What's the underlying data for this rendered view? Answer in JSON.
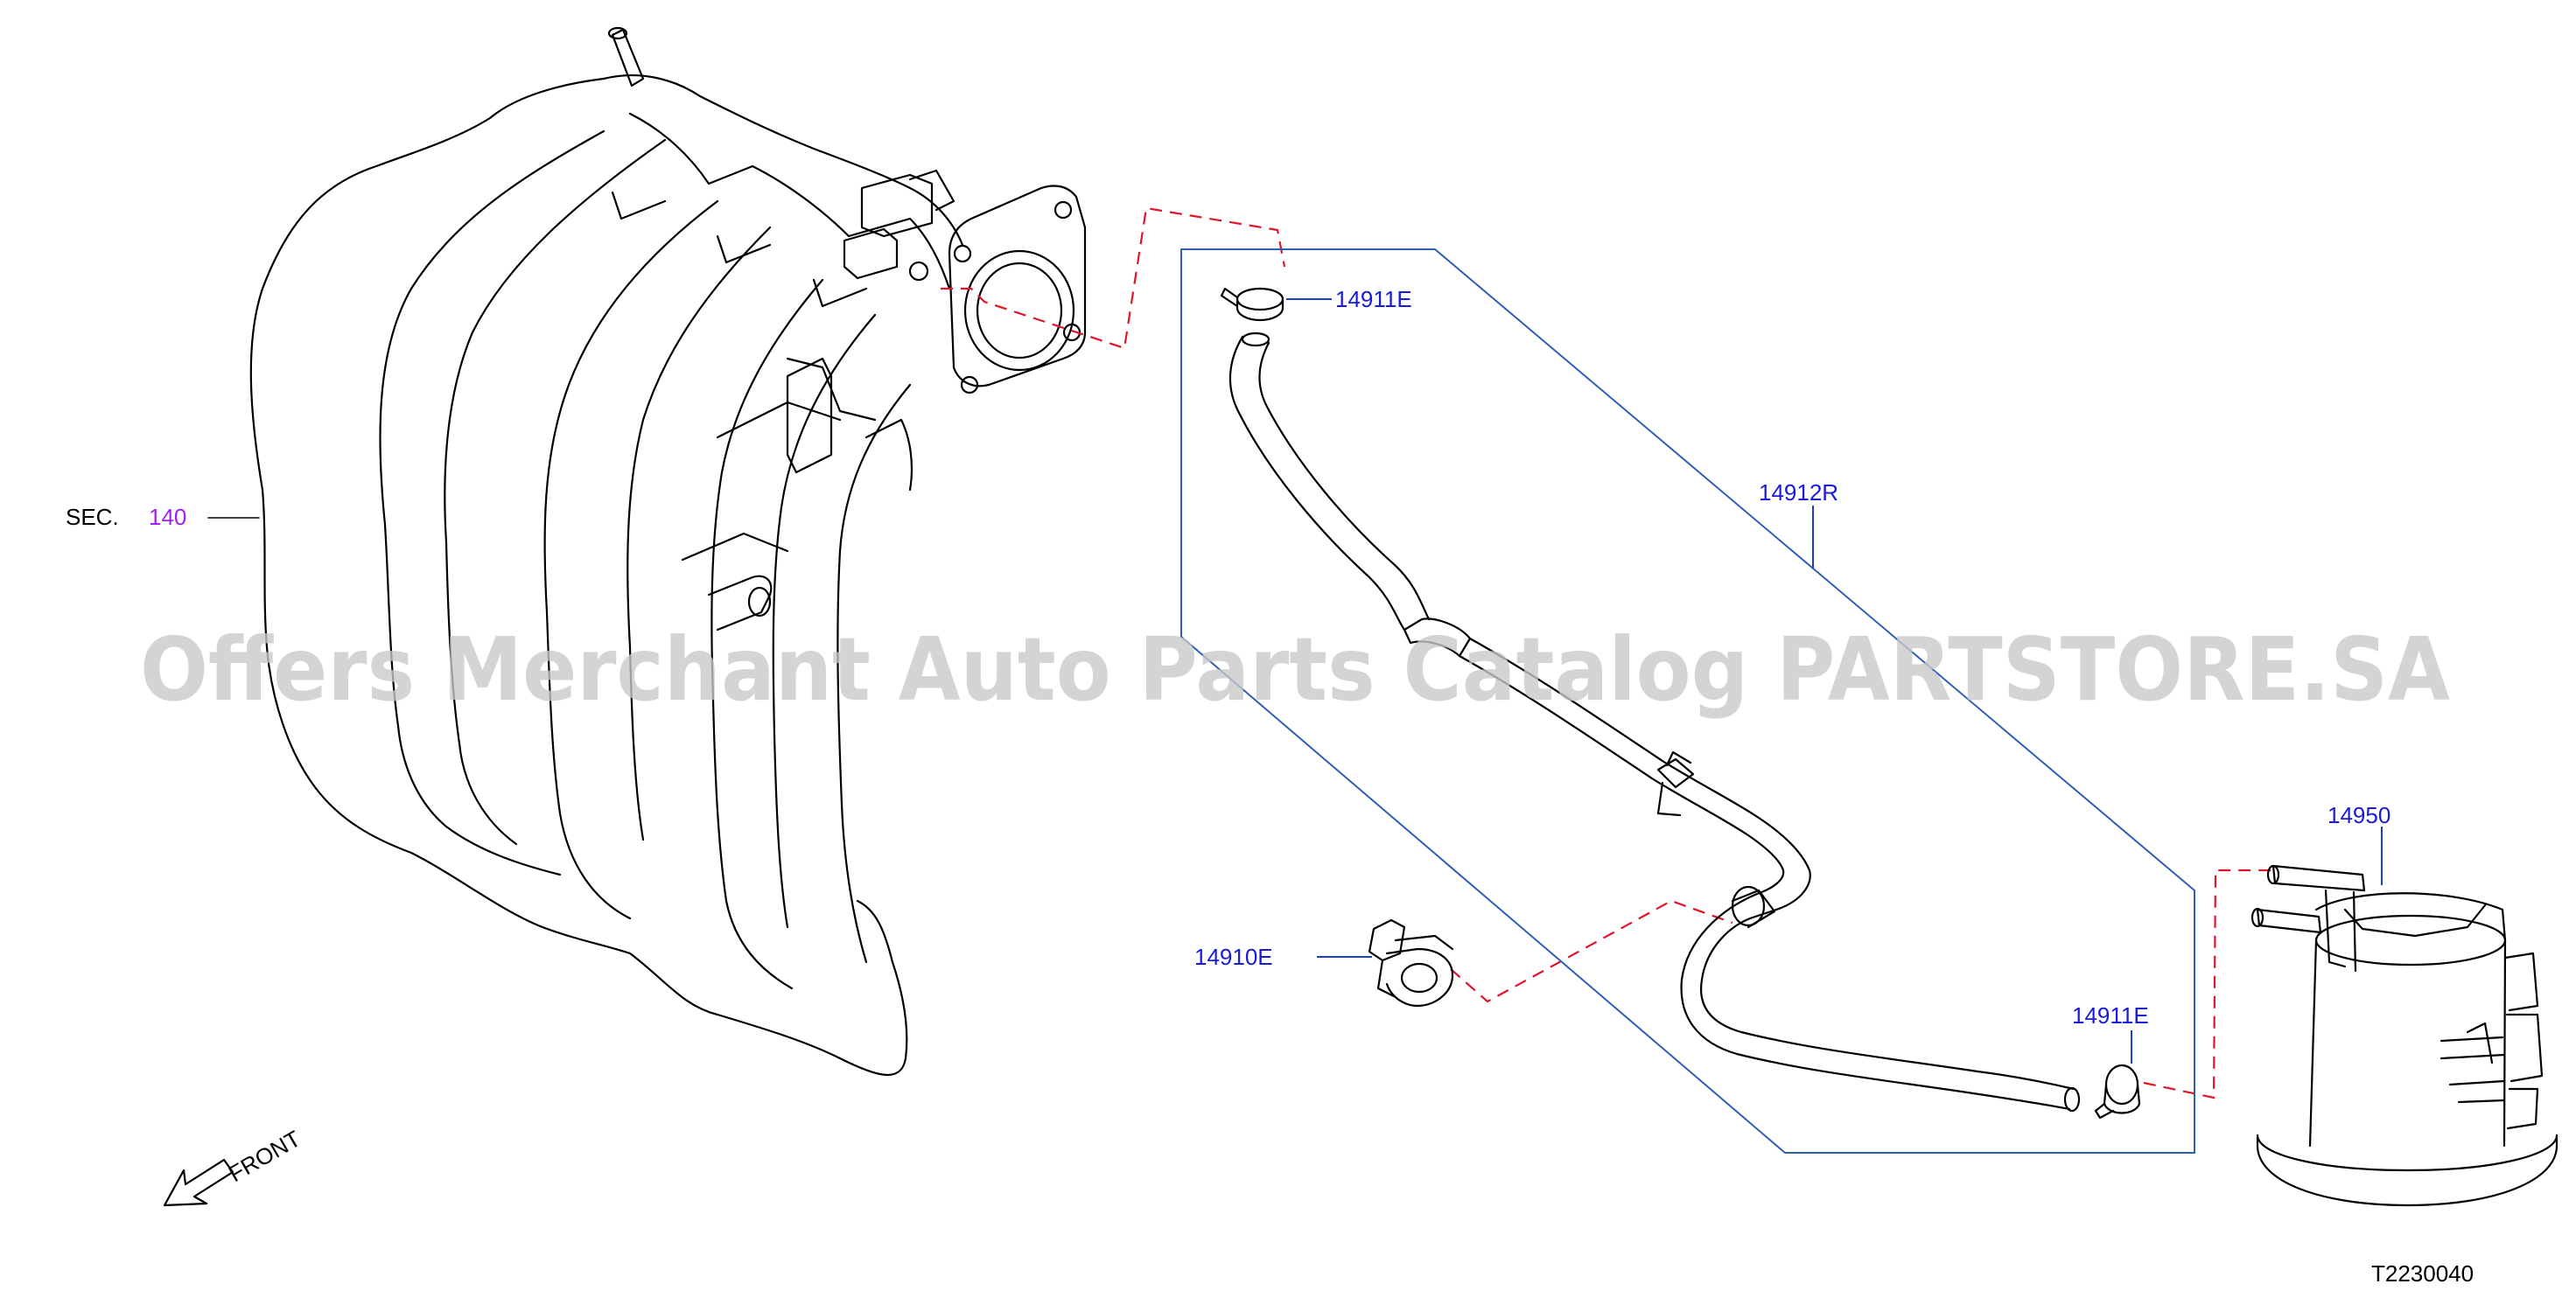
{
  "colors": {
    "part_number": "#1a1adb",
    "section_ref": "#a020f0",
    "line_art": "#000000",
    "group_outline": "#2f5fb3",
    "connection_dash": "#e1142a",
    "watermark": "#c9c9c9"
  },
  "section_label": {
    "prefix": "SEC.",
    "number": "140"
  },
  "parts": {
    "clip_upper": "14911E",
    "hose_assembly": "14912R",
    "bracket_clamp": "14910E",
    "clip_lower": "14911E",
    "canister": "14950"
  },
  "direction": {
    "label": "FRONT",
    "arrow_icon": "direction-arrow-icon"
  },
  "diagram_code": "T2230040",
  "watermark": "Offers Merchant Auto Parts Catalog PARTSTORE.SA"
}
